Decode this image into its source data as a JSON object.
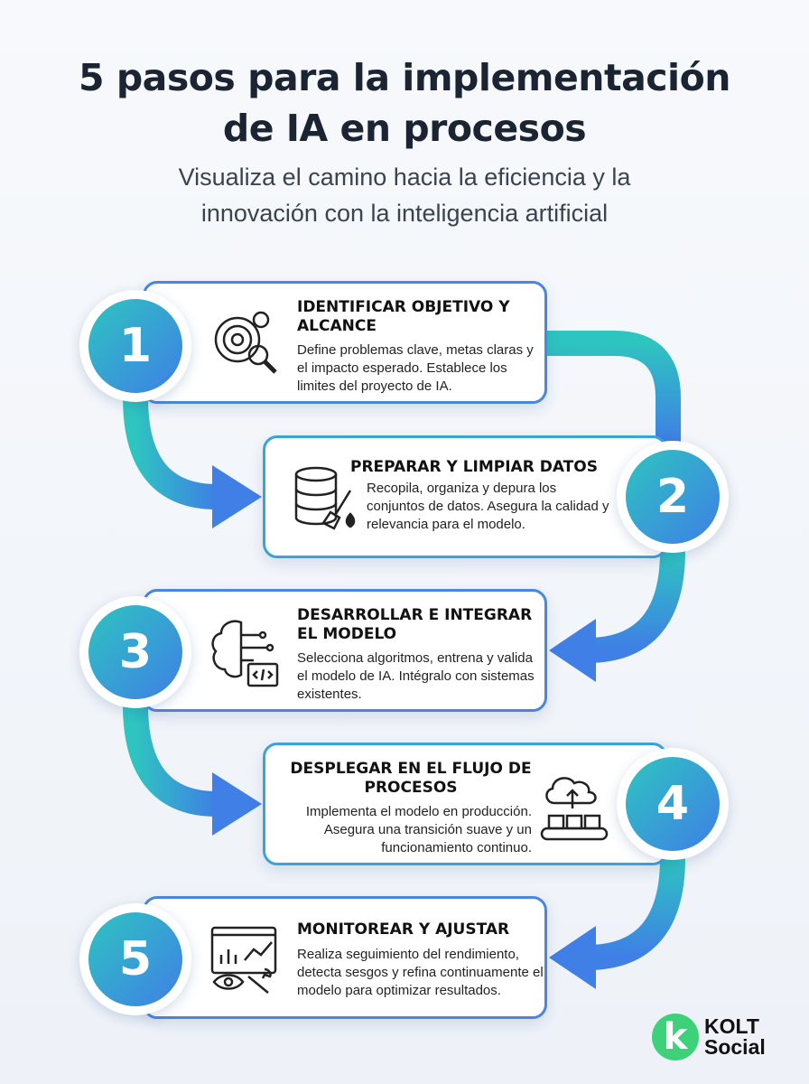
{
  "header": {
    "title_line1": "5 pasos para la implementación",
    "title_line2": "de IA en procesos",
    "subtitle_line1": "Visualiza el camino hacia la eficiencia y la",
    "subtitle_line2": "innovación con la inteligencia artificial"
  },
  "steps": [
    {
      "number": "1",
      "title": "IDENTIFICAR OBJETIVO Y ALCANCE",
      "description": "Define problemas clave, metas claras y el impacto esperado. Establece los limites del proyecto de IA.",
      "icon": "target-gear-magnifier-icon"
    },
    {
      "number": "2",
      "title": "PREPARAR Y LIMPIAR DATOS",
      "description": "Recopila, organiza y depura los conjuntos de datos. Asegura la calidad y relevancia para el modelo.",
      "icon": "database-brush-icon"
    },
    {
      "number": "3",
      "title": "DESARROLLAR E INTEGRAR EL MODELO",
      "description": "Selecciona algoritmos, entrena y valida el modelo de IA. Intégralo con sistemas existentes.",
      "icon": "brain-code-icon"
    },
    {
      "number": "4",
      "title": "DESPLEGAR EN EL FLUJO DE PROCESOS",
      "description": "Implementa el modelo en producción. Asegura una transición suave y un funcionamiento continuo.",
      "icon": "cloud-conveyor-icon"
    },
    {
      "number": "5",
      "title": "MONITOREAR Y AJUSTAR",
      "description": "Realiza seguimiento del rendimiento, detecta sesgos y refina continuamente el modelo para optimizar resultados.",
      "icon": "dashboard-eye-wrench-icon"
    }
  ],
  "brand": {
    "mark": "k",
    "line1": "KOLT",
    "line2": "Social",
    "color": "#3dd17a"
  },
  "colors": {
    "teal": "#2ec4c0",
    "blue": "#3f7fe6"
  }
}
